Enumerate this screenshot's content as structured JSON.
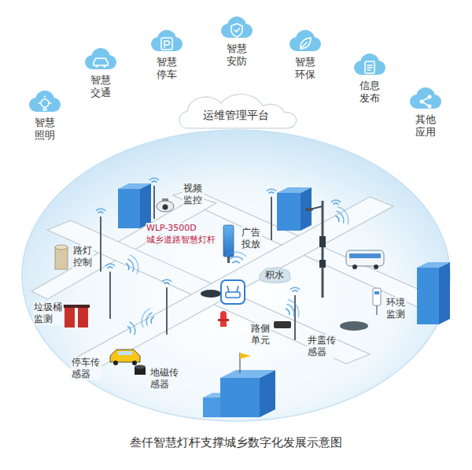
{
  "diagram": {
    "caption": "叁仟智慧灯杆支撑城乡数字化发展示意图",
    "nodes": [
      {
        "text": [
          "智慧照明"
        ]
      },
      {
        "text": [
          "智慧交通"
        ]
      },
      {
        "text": [
          "智慧停车"
        ]
      },
      {
        "text": [
          "智慧安防"
        ]
      },
      {
        "text": [
          "智慧环保"
        ]
      },
      {
        "text": [
          "信息发布"
        ]
      },
      {
        "text": [
          "其他应用"
        ]
      },
      {
        "text": [
          "运维管理平台"
        ]
      },
      {
        "text": [
          "积水"
        ]
      }
    ],
    "labels": [
      "视频监控",
      "WLP-3500D",
      "城乡道路智慧灯杆",
      "广告投放",
      "路灯控制",
      "垃圾桶监测",
      "环境监测",
      "路侧单元",
      "井盖传感器",
      "停车传感器",
      "地磁传感器"
    ]
  }
}
